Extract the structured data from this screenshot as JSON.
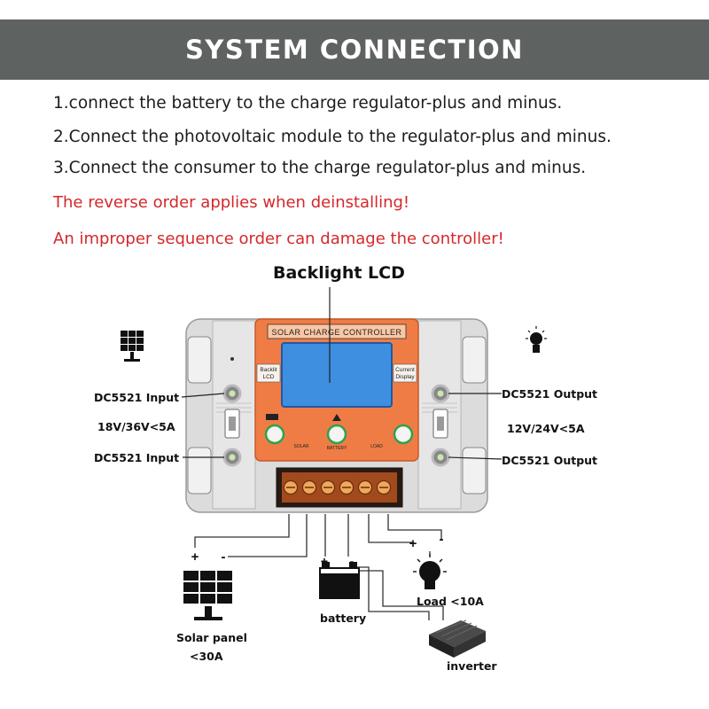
{
  "header": {
    "title": "SYSTEM CONNECTION"
  },
  "instructions": [
    "1.connect the battery to the charge regulator-plus and minus.",
    "2.Connect the photovoltaic module to the regulator-plus and minus.",
    "3.Connect the consumer to the charge regulator-plus and minus."
  ],
  "warnings": [
    "The reverse order applies when deinstalling!",
    "An improper sequence order can damage the controller!"
  ],
  "diagram": {
    "lcd_callout": "Backlight LCD",
    "controller_title": "SOLAR CHARGE CONTROLLER",
    "left_button_label_line1": "Backlit",
    "left_button_label_line2": "LCD",
    "right_button_label_line1": "Current",
    "right_button_label_line2": "Display",
    "terminal_labels": {
      "solar": "SOLAR",
      "battery": "BATTERY",
      "load": "LOAD"
    },
    "left": {
      "input_top": "DC5521 Input",
      "rating": "18V/36V<5A",
      "input_bottom": "DC5521 Input"
    },
    "right": {
      "output_top": "DC5521 Output",
      "rating": "12V/24V<5A",
      "output_bottom": "DC5521 Output"
    },
    "plus": "+",
    "minus": "-",
    "solar_panel_line1": "Solar panel",
    "solar_panel_line2": "<30A",
    "battery": "battery",
    "load": "Load <10A",
    "inverter": "inverter"
  },
  "colors": {
    "header_bg": "#5e6260",
    "warning": "#d4282b",
    "panel": "#f07c45",
    "lcd": "#3f8fe0"
  }
}
